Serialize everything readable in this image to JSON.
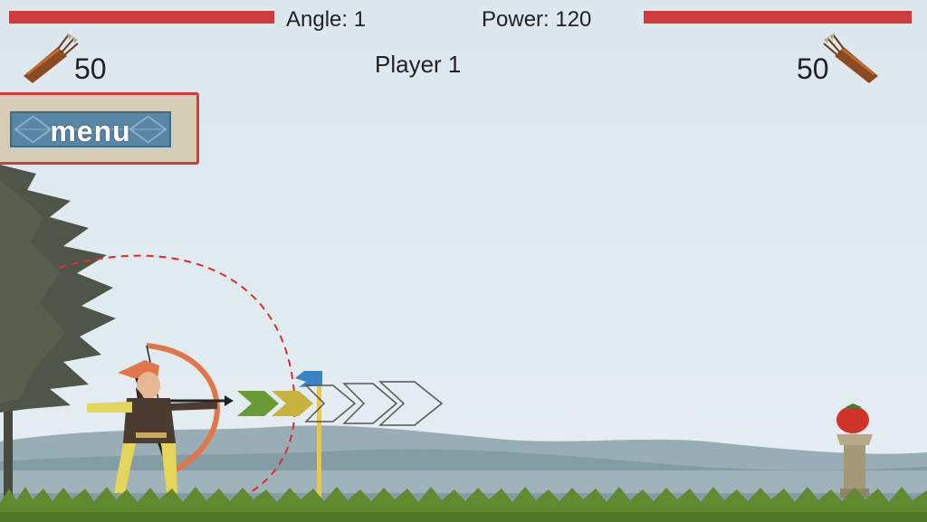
{
  "hud": {
    "angle_text": "Angle: 1",
    "power_text": "Power: 120",
    "turn_text": "Player  1",
    "player1_arrows": "50",
    "player2_arrows": "50",
    "health_color": "#d03c3c"
  },
  "menu": {
    "label": "menu"
  },
  "icons": {
    "quiver": "quiver-icon",
    "arrow_power": "chevron-right-icon",
    "flag": "wind-flag-icon",
    "apple": "apple-icon"
  },
  "colors": {
    "sky": "#dce8ee",
    "grass": "#5f8a2e",
    "tree": "#4f5548",
    "hills": "#8fa5ad",
    "trajectory": "#d9302f",
    "bow": "#e0764a"
  }
}
